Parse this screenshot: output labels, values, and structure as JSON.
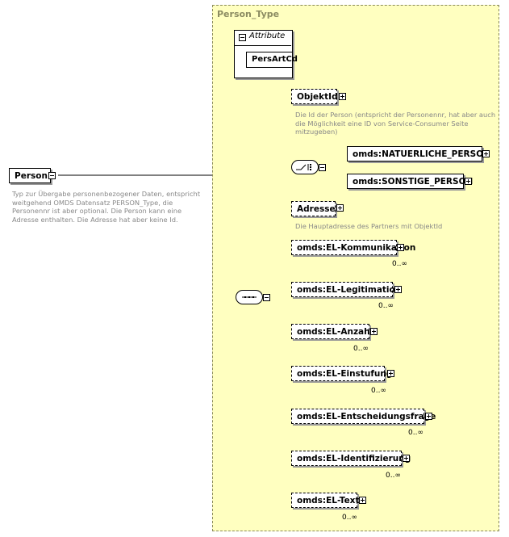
{
  "root": {
    "name": "Person",
    "description": "Typ zur Übergabe personenbezogener Daten, entspricht weitgehend OMDS Datensatz PERSON_Type, die Personennr ist aber optional. Die Person kann eine Adresse enthalten. Die Adresse hat aber keine Id."
  },
  "type": {
    "name": "Person_Type",
    "attributes_label": "Attribute",
    "attribute_items": [
      "PersArtCd"
    ]
  },
  "elements": {
    "objektid": {
      "name": "ObjektId",
      "description": "Die Id der Person (entspricht der Personennr, hat aber auch die Möglichkeit eine ID von Service-Consumer Seite mitzugeben)"
    },
    "choice": [
      "omds:NATUERLICHE_PERSON",
      "omds:SONSTIGE_PERSON"
    ],
    "adresse": {
      "name": "Adresse",
      "description": "Die Hauptadresse des Partners mit ObjektId"
    },
    "sequence_items": [
      {
        "name": "omds:EL-Kommunikation",
        "card": "0..∞"
      },
      {
        "name": "omds:EL-Legitimation",
        "card": "0..∞"
      },
      {
        "name": "omds:EL-Anzahl",
        "card": "0..∞"
      },
      {
        "name": "omds:EL-Einstufung",
        "card": "0..∞"
      },
      {
        "name": "omds:EL-Entscheidungsfrage",
        "card": "0..∞"
      },
      {
        "name": "omds:EL-Identifizierung",
        "card": "0..∞"
      },
      {
        "name": "omds:EL-Text",
        "card": "0..∞"
      }
    ]
  },
  "icons": {
    "expand": "plus-box-icon",
    "collapse": "minus-box-icon",
    "sequence": "sequence-icon",
    "choice": "choice-icon"
  }
}
